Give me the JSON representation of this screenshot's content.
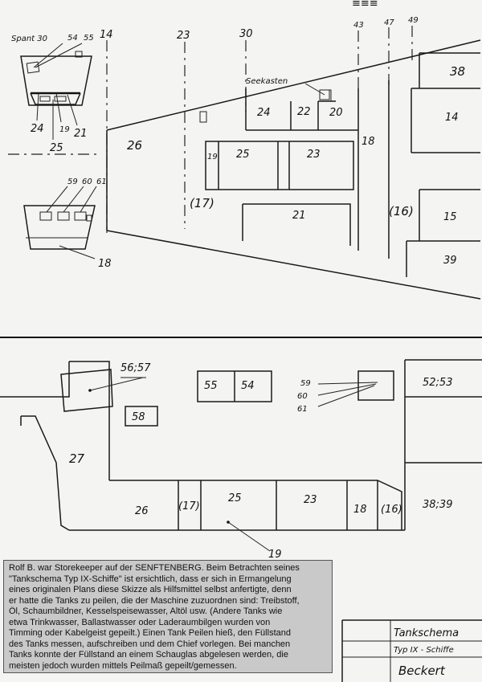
{
  "scan_marks": {
    "top_right": "≡≡≡"
  },
  "frame_labels_top": {
    "spant": "Spant 30",
    "f54": "54",
    "f55": "55",
    "f14": "14",
    "f23": "23",
    "f30": "30",
    "f43": "43",
    "f47": "47",
    "f49": "49"
  },
  "section_view": {
    "labels": [
      "24",
      "19",
      "21",
      "25"
    ]
  },
  "cross_section_lower": {
    "labels": [
      "59",
      "60",
      "61",
      "18"
    ]
  },
  "top_plan": {
    "seekasten": "Seekasten",
    "tanks": {
      "t38": "38",
      "t24": "24",
      "t22": "22",
      "t20": "20",
      "t14": "14",
      "t26": "26",
      "t19": "19",
      "t25": "25",
      "t23": "23",
      "t18": "18",
      "t17": "(17)",
      "t21": "21",
      "t16": "(16)",
      "t15": "15",
      "t39": "39"
    }
  },
  "bottom_plan": {
    "tanks": {
      "t5657": "56;57",
      "t55": "55",
      "t54": "54",
      "t59": "59",
      "t60": "60",
      "t61": "61",
      "t5253": "52;53",
      "t58": "58",
      "t27": "27",
      "t26": "26",
      "t17": "(17)",
      "t25": "25",
      "t23": "23",
      "t18": "18",
      "t16": "(16)",
      "t3839": "38;39",
      "t19": "19"
    }
  },
  "title_block": {
    "title": "Tankschema",
    "subtitle": "Typ IX - Schiffe",
    "signature": "Beckert"
  },
  "caption": {
    "lines": [
      "Rolf B. war Storekeeper auf der SENFTENBERG. Beim Betrachten seines",
      "\"Tankschema Typ IX-Schiffe\" ist ersichtlich, dass er sich in Ermangelung",
      "eines originalen Plans diese Skizze als Hilfsmittel selbst anfertigte, denn",
      "er hatte die Tanks zu peilen, die der Maschine zuzuordnen sind: Treibstoff,",
      "Öl, Schaumbildner, Kesselspeisewasser, Altöl usw. (Andere Tanks wie",
      "etwa Trinkwasser, Ballastwasser oder Laderaumbilgen wurden von",
      "Timming oder Kabelgeist gepeilt.) Einen Tank Peilen hieß, den Füllstand",
      "des Tanks messen, aufschreiben und dem Chief vorlegen. Bei manchen",
      "Tanks konnte der Füllstand an einem Schauglas abgelesen werden, die",
      "meisten jedoch wurden mittels Peilmaß gepeilt/gemessen."
    ]
  }
}
